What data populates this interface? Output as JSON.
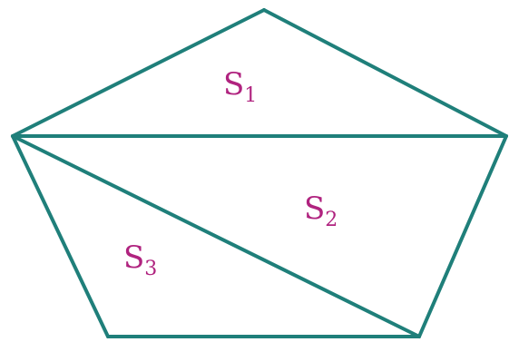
{
  "diagram": {
    "colors": {
      "stroke": "#1f7f7a",
      "label": "#b0237f",
      "background": "#ffffff"
    },
    "regions": [
      {
        "id": "s1",
        "base": "S",
        "sub": "1"
      },
      {
        "id": "s2",
        "base": "S",
        "sub": "2"
      },
      {
        "id": "s3",
        "base": "S",
        "sub": "3"
      }
    ]
  }
}
